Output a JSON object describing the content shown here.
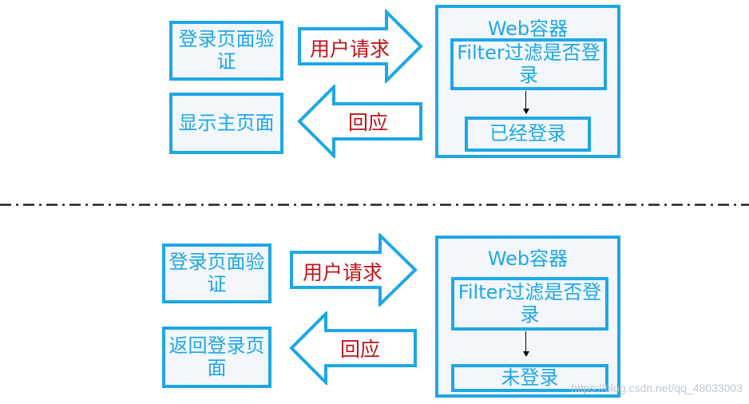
{
  "colors": {
    "accent": "#1ea7e6",
    "box_fill": "#f3f7fc",
    "arrow_text": "#c0141b",
    "connector": "#000000"
  },
  "top": {
    "login_box": "登录页面验证",
    "response_target_box": "显示主页面",
    "request_arrow": "用户请求",
    "response_arrow": "回应",
    "container_title": "Web容器",
    "filter_box": "Filter过滤是否登录",
    "result_box": "已经登录"
  },
  "bottom": {
    "login_box": "登录页面验证",
    "response_target_box": "返回登录页面",
    "request_arrow": "用户请求",
    "response_arrow": "回应",
    "container_title": "Web容器",
    "filter_box": "Filter过滤是否登录",
    "result_box": "未登录"
  },
  "watermark": "https://blog.csdn.net/qq_48033003"
}
